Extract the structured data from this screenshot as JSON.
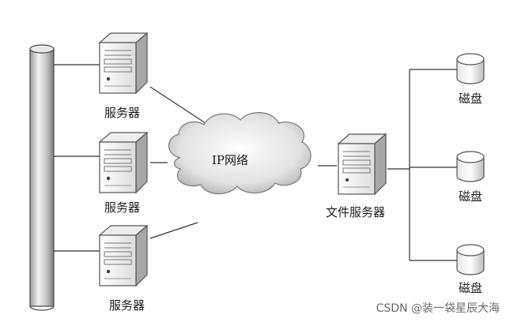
{
  "nodes": {
    "server_1": "服务器",
    "server_2": "服务器",
    "server_3": "服务器",
    "network": "IP网络",
    "file_server": "文件服务器",
    "disk_1": "磁盘",
    "disk_2": "磁盘",
    "disk_3": "磁盘"
  },
  "watermark": "CSDN @装一袋星辰大海"
}
